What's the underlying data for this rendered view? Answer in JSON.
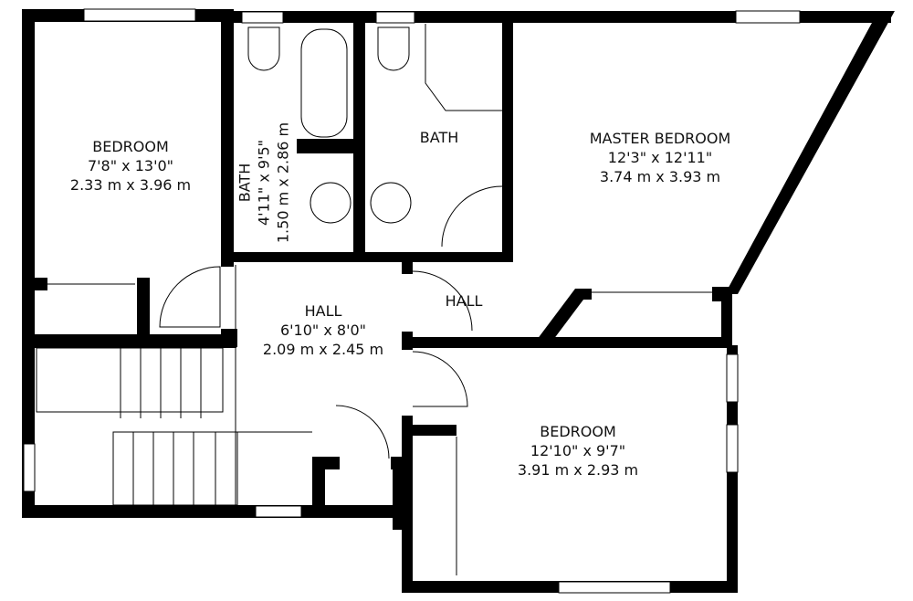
{
  "plan": {
    "wall_color": "#000000",
    "background": "#ffffff",
    "rooms": [
      {
        "id": "bedroom-1",
        "name": "BEDROOM",
        "imperial": "7'8\" x 13'0\"",
        "metric": "2.33 m x 3.96 m"
      },
      {
        "id": "bath-1",
        "name": "BATH",
        "imperial": "4'11\" x 9'5\"",
        "metric": "1.50 m x 2.86 m"
      },
      {
        "id": "bath-2",
        "name": "BATH"
      },
      {
        "id": "master-bedroom",
        "name": "MASTER BEDROOM",
        "imperial": "12'3\" x 12'11\"",
        "metric": "3.74 m x 3.93 m"
      },
      {
        "id": "hall-1",
        "name": "HALL",
        "imperial": "6'10\" x 8'0\"",
        "metric": "2.09 m x 2.45 m"
      },
      {
        "id": "hall-2",
        "name": "HALL"
      },
      {
        "id": "bedroom-2",
        "name": "BEDROOM",
        "imperial": "12'10\" x 9'7\"",
        "metric": "3.91 m x 2.93 m"
      }
    ]
  }
}
